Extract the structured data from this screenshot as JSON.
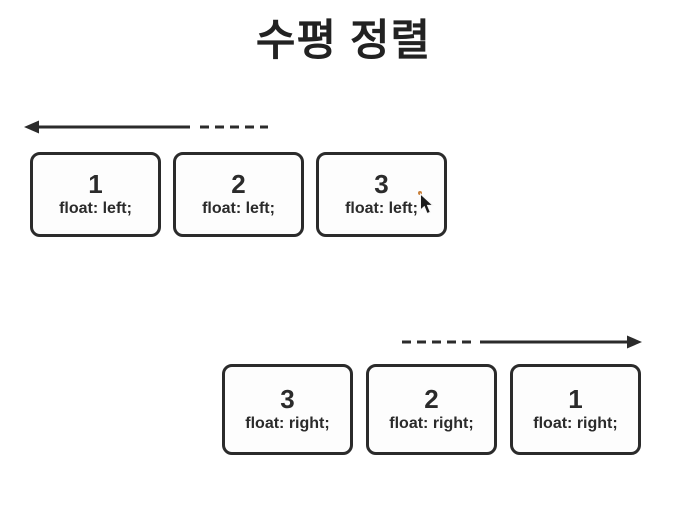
{
  "title": "수평 정렬",
  "colors": {
    "ink": "#2b2b2b",
    "background": "#ffffff",
    "box_background": "#fdfdfd",
    "cursor_dot": "#c9813c"
  },
  "icons": {
    "left_arrow": "arrow-left",
    "right_arrow": "arrow-right",
    "cursor": "mouse-pointer"
  },
  "float_left_group": {
    "direction": "left",
    "boxes": [
      {
        "number": "1",
        "label": "float: left;"
      },
      {
        "number": "2",
        "label": "float: left;"
      },
      {
        "number": "3",
        "label": "float: left;"
      }
    ]
  },
  "float_right_group": {
    "direction": "right",
    "boxes": [
      {
        "number": "3",
        "label": "float: right;"
      },
      {
        "number": "2",
        "label": "float: right;"
      },
      {
        "number": "1",
        "label": "float: right;"
      }
    ]
  }
}
